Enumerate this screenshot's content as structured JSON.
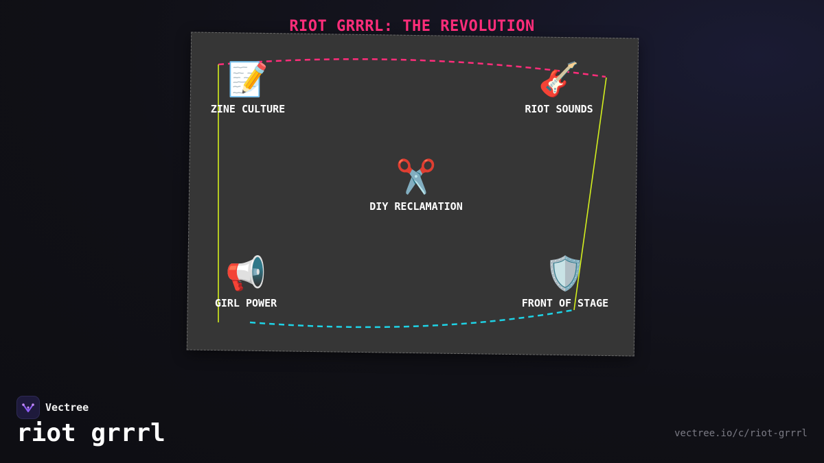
{
  "diagram": {
    "title": "RIOT GRRRL: THE REVOLUTION",
    "nodes": [
      {
        "id": "zine-culture",
        "icon": "memo-pencil-icon",
        "emoji": "📝",
        "label": "ZINE CULTURE"
      },
      {
        "id": "riot-sounds",
        "icon": "guitar-icon",
        "emoji": "🎸",
        "label": "RIOT SOUNDS"
      },
      {
        "id": "diy-reclamation",
        "icon": "scissors-icon",
        "emoji": "✂️",
        "label": "DIY RECLAMATION"
      },
      {
        "id": "girl-power",
        "icon": "megaphone-icon",
        "emoji": "📢",
        "label": "GIRL POWER"
      },
      {
        "id": "front-of-stage",
        "icon": "shield-icon",
        "emoji": "🛡️",
        "label": "FRONT OF STAGE"
      }
    ],
    "edges": [
      {
        "from": "zine-culture",
        "to": "riot-sounds",
        "style": "dashed",
        "color": "#ff2d7a"
      },
      {
        "from": "riot-sounds",
        "to": "front-of-stage",
        "style": "solid",
        "color": "#d4f01e"
      },
      {
        "from": "girl-power",
        "to": "front-of-stage",
        "style": "dashed",
        "color": "#1ed3e6"
      },
      {
        "from": "zine-culture",
        "to": "girl-power",
        "style": "solid",
        "color": "#d4f01e"
      }
    ]
  },
  "footer": {
    "brand_name": "Vectree",
    "brand_icon": "vectree-logo-icon",
    "heading": "riot grrrl",
    "url": "vectree.io/c/riot-grrrl"
  },
  "colors": {
    "title": "#ff2d7a",
    "accent_pink": "#ff2d7a",
    "accent_lime": "#d4f01e",
    "accent_cyan": "#1ed3e6",
    "board": "#363636",
    "background": "#0e0e13"
  }
}
